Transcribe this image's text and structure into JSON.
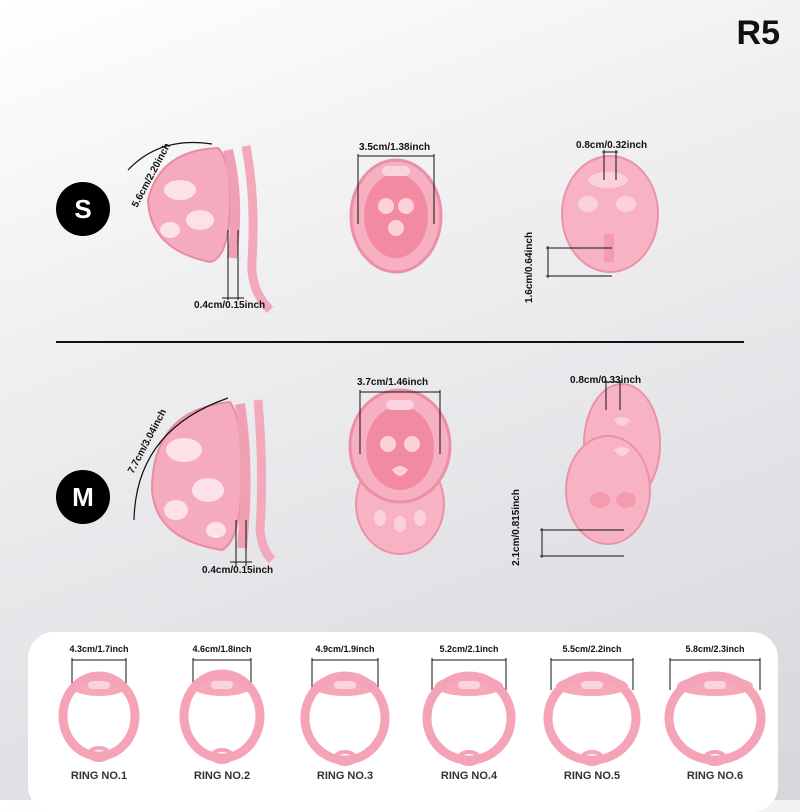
{
  "product_code": "R5",
  "sizes": {
    "small": {
      "badge": "S",
      "side_length": "5.6cm/2.20inch",
      "side_gap": "0.4cm/0.15inch",
      "front_width": "3.5cm/1.38inch",
      "back_slot_width": "0.8cm/0.32inch",
      "back_height": "1.6cm/0.64inch"
    },
    "medium": {
      "badge": "M",
      "side_length": "7.7cm/3.04inch",
      "side_gap": "0.4cm/0.15inch",
      "front_width": "3.7cm/1.46inch",
      "back_slot_width": "0.8cm/0.33inch",
      "back_height": "2.1cm/0.815inch"
    }
  },
  "rings": [
    {
      "name": "RING NO.1",
      "size": "4.3cm/1.7inch"
    },
    {
      "name": "RING NO.2",
      "size": "4.6cm/1.8inch"
    },
    {
      "name": "RING NO.3",
      "size": "4.9cm/1.9inch"
    },
    {
      "name": "RING NO.4",
      "size": "5.2cm/2.1inch"
    },
    {
      "name": "RING NO.5",
      "size": "5.5cm/2.2inch"
    },
    {
      "name": "RING NO.6",
      "size": "5.8cm/2.3inch"
    }
  ],
  "colors": {
    "product_pink": "#f4a3b6",
    "product_pink_light": "#fbc9d4",
    "badge": "#000000"
  }
}
